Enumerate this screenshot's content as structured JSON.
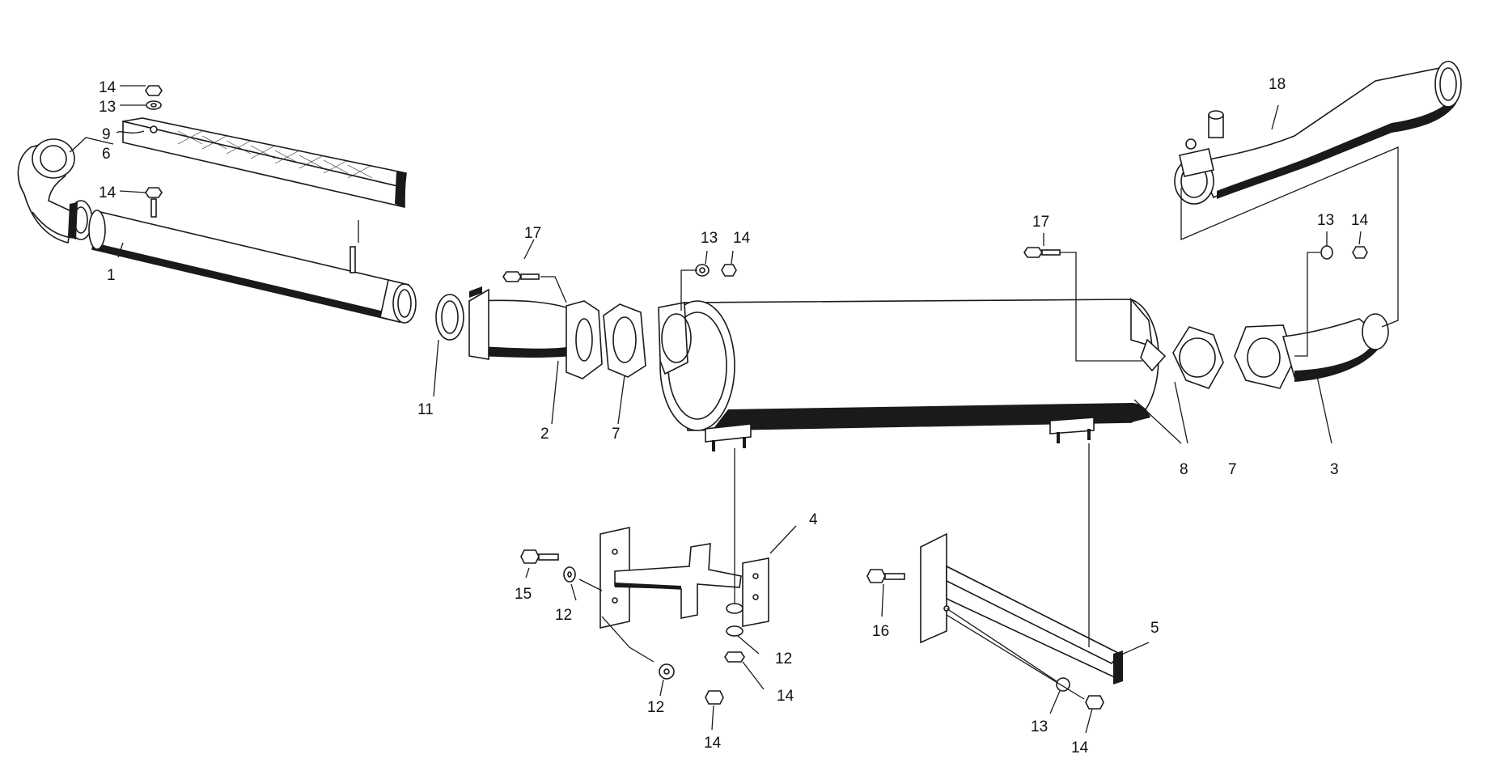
{
  "labels": [
    {
      "id": "lbl-14-top",
      "text": "14"
    },
    {
      "id": "lbl-13-top",
      "text": "13"
    },
    {
      "id": "lbl-9",
      "text": "9"
    },
    {
      "id": "lbl-6",
      "text": "6"
    },
    {
      "id": "lbl-14-stud",
      "text": "14"
    },
    {
      "id": "lbl-1",
      "text": "1"
    },
    {
      "id": "lbl-11",
      "text": "11"
    },
    {
      "id": "lbl-17-left",
      "text": "17"
    },
    {
      "id": "lbl-2",
      "text": "2"
    },
    {
      "id": "lbl-7-left",
      "text": "7"
    },
    {
      "id": "lbl-13-mid",
      "text": "13"
    },
    {
      "id": "lbl-14-mid",
      "text": "14"
    },
    {
      "id": "lbl-17-right",
      "text": "17"
    },
    {
      "id": "lbl-18",
      "text": "18"
    },
    {
      "id": "lbl-13-right",
      "text": "13"
    },
    {
      "id": "lbl-14-right",
      "text": "14"
    },
    {
      "id": "lbl-8",
      "text": "8"
    },
    {
      "id": "lbl-7-right",
      "text": "7"
    },
    {
      "id": "lbl-3",
      "text": "3"
    },
    {
      "id": "lbl-4",
      "text": "4"
    },
    {
      "id": "lbl-15",
      "text": "15"
    },
    {
      "id": "lbl-12-a",
      "text": "12"
    },
    {
      "id": "lbl-12-b",
      "text": "12"
    },
    {
      "id": "lbl-14-b",
      "text": "14"
    },
    {
      "id": "lbl-12-c",
      "text": "12"
    },
    {
      "id": "lbl-14-c",
      "text": "14"
    },
    {
      "id": "lbl-5",
      "text": "5"
    },
    {
      "id": "lbl-16",
      "text": "16"
    },
    {
      "id": "lbl-13-bot",
      "text": "13"
    },
    {
      "id": "lbl-14-bot",
      "text": "14"
    }
  ]
}
